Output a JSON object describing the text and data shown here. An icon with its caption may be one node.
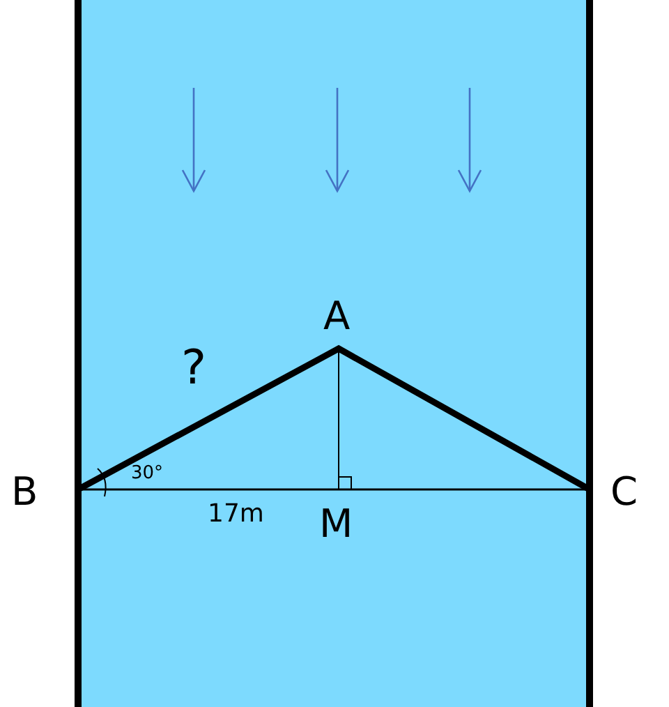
{
  "diagram": {
    "labels": [
      "A",
      "?",
      "30°",
      "B",
      "17m",
      "M",
      "C"
    ]
  }
}
